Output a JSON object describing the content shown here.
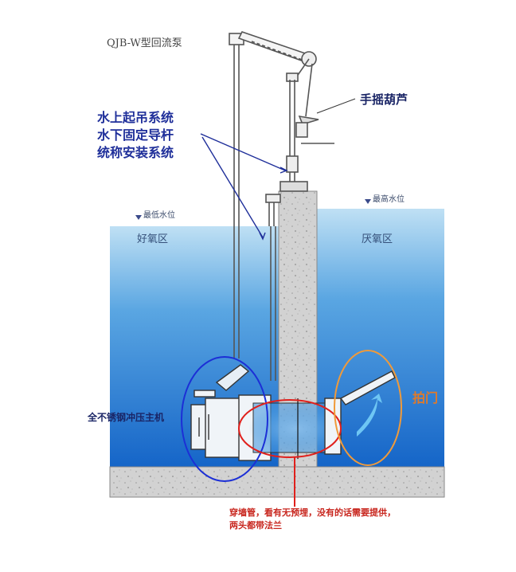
{
  "title": "QJB-W型回流泵",
  "callout_lines": [
    "水上起吊系统",
    "水下固定导杆",
    "统称安装系统"
  ],
  "hoist_label": "手摇葫芦",
  "water_levels": {
    "low": "最低水位",
    "high": "最高水位"
  },
  "zones": {
    "left": "好氧区",
    "right": "厌氧区"
  },
  "motor_label": "全不锈钢冲压主机",
  "flap_label": "拍门",
  "pipe_note_lines": [
    "穿墙管，看有无预埋，没有的话需要提供，",
    "两头都带法兰"
  ],
  "colors": {
    "water_top": "#bfe0f4",
    "water_bottom": "#1565c8",
    "concrete": "#cfcfcf",
    "callout_text": "#1f2f9a",
    "motor_circle": "#1c2fd6",
    "pipe_circle": "#e0201c",
    "flap_circle": "#f09a3a",
    "note_text": "#c8261e"
  }
}
